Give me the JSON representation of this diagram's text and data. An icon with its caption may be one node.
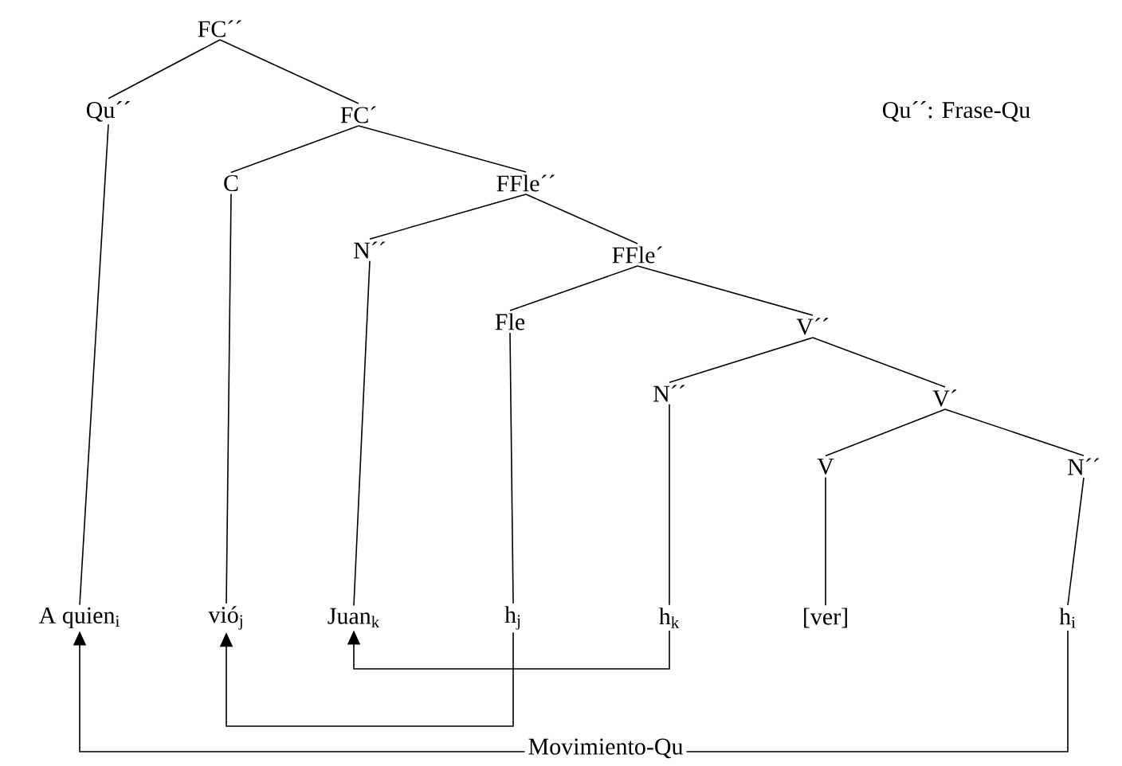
{
  "diagram": {
    "nodes": [
      {
        "text": [
          "FC´´"
        ]
      },
      {
        "text": [
          "Qu´´"
        ]
      },
      {
        "text": [
          "FC´"
        ]
      },
      {
        "text": [
          "C"
        ]
      },
      {
        "text": [
          "FFle´´"
        ]
      },
      {
        "text": [
          "N´´"
        ]
      },
      {
        "text": [
          "FFle´"
        ]
      },
      {
        "text": [
          "Fle"
        ]
      },
      {
        "text": [
          "V´´"
        ]
      },
      {
        "text": [
          "N´´"
        ]
      },
      {
        "text": [
          "V´"
        ]
      },
      {
        "text": [
          "V"
        ]
      },
      {
        "text": [
          "N´´"
        ]
      },
      {
        "text": [
          "A quien$_{i}$"
        ]
      },
      {
        "text": [
          "vió$_{j}$"
        ]
      },
      {
        "text": [
          "Juan$_{k}$"
        ]
      },
      {
        "text": [
          "h$_{j}$"
        ]
      },
      {
        "text": [
          "h$_{k}$"
        ]
      },
      {
        "text": [
          "[ver]"
        ]
      },
      {
        "text": [
          "h$_{i}$"
        ]
      }
    ],
    "edges": [
      {
        "from": 0,
        "to": 1,
        "arrow": "none"
      },
      {
        "from": 0,
        "to": 2,
        "arrow": "none"
      },
      {
        "from": 2,
        "to": 3,
        "arrow": "none"
      },
      {
        "from": 2,
        "to": 4,
        "arrow": "none"
      },
      {
        "from": 4,
        "to": 5,
        "arrow": "none"
      },
      {
        "from": 4,
        "to": 6,
        "arrow": "none"
      },
      {
        "from": 6,
        "to": 7,
        "arrow": "none"
      },
      {
        "from": 6,
        "to": 8,
        "arrow": "none"
      },
      {
        "from": 8,
        "to": 9,
        "arrow": "none"
      },
      {
        "from": 8,
        "to": 10,
        "arrow": "none"
      },
      {
        "from": 10,
        "to": 11,
        "arrow": "none"
      },
      {
        "from": 10,
        "to": 12,
        "arrow": "none"
      },
      {
        "from": 1,
        "to": 13,
        "arrow": "none"
      },
      {
        "from": 3,
        "to": 14,
        "arrow": "none"
      },
      {
        "from": 5,
        "to": 15,
        "arrow": "none"
      },
      {
        "from": 7,
        "to": 16,
        "arrow": "none"
      },
      {
        "from": 9,
        "to": 17,
        "arrow": "none"
      },
      {
        "from": 11,
        "to": 18,
        "arrow": "none"
      },
      {
        "from": 12,
        "to": 19,
        "arrow": "none"
      },
      {
        "from": 17,
        "to": 15,
        "arrow": "to"
      },
      {
        "from": 16,
        "to": 14,
        "arrow": "to"
      },
      {
        "from": 19,
        "to": 13,
        "arrow": "to",
        "label": "Movimiento-Qu"
      }
    ],
    "labels": [
      "Qu´´:  Frase-Qu"
    ]
  }
}
